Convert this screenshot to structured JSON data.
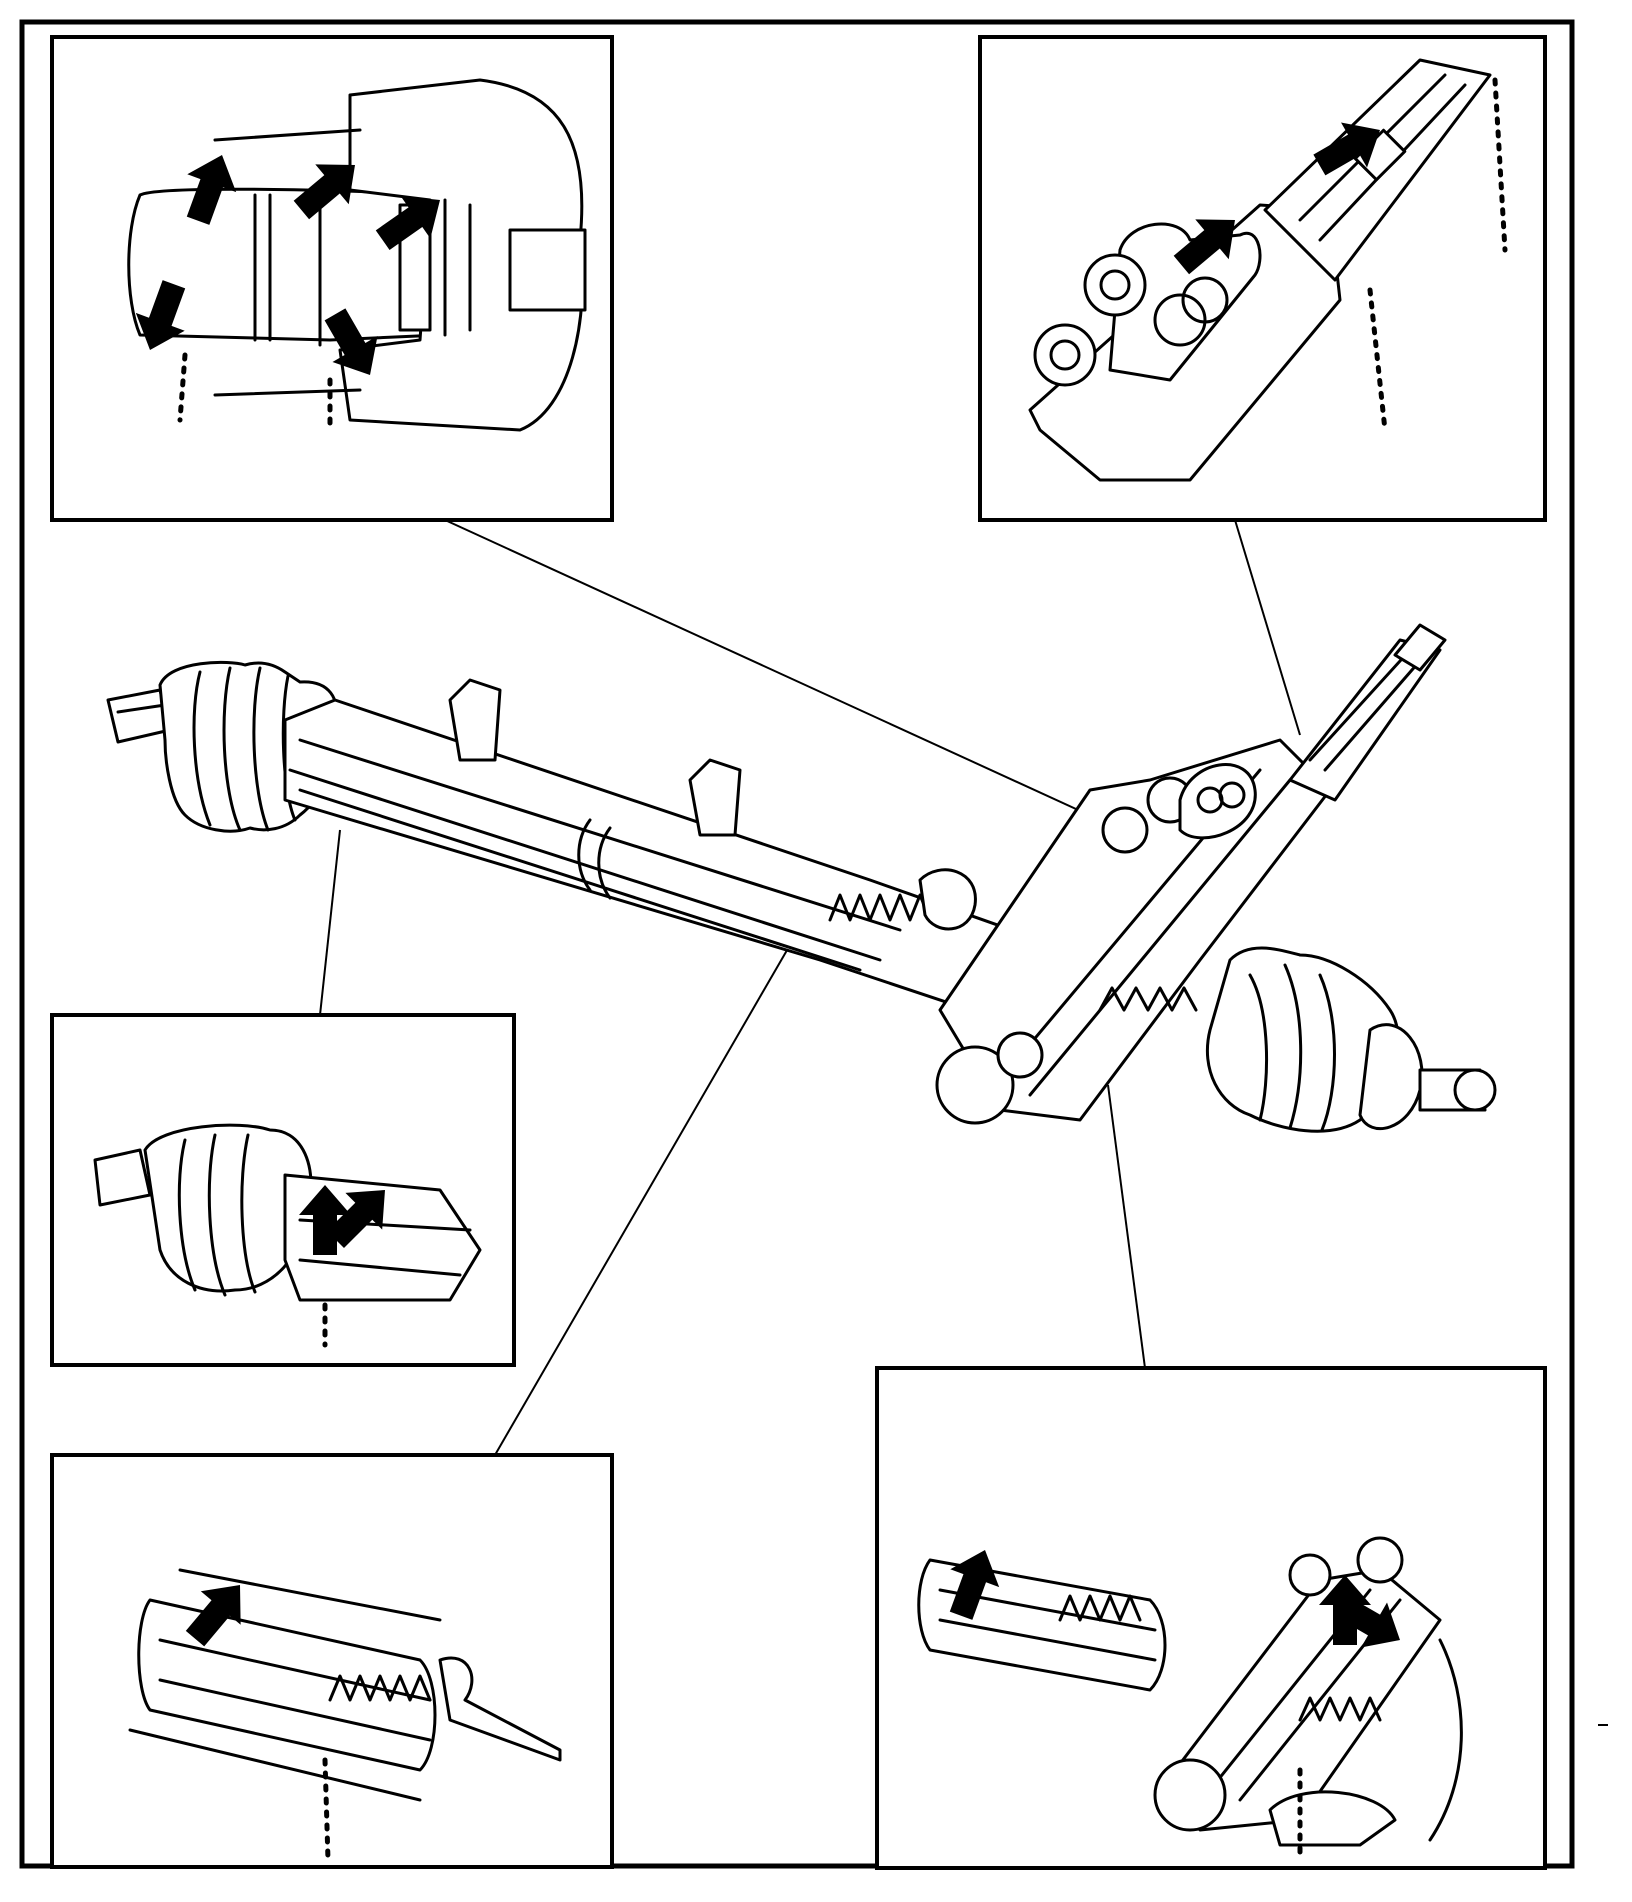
{
  "diagram": {
    "colors": {
      "ink": "#000000",
      "paper": "#ffffff"
    },
    "callouts": [
      {
        "id": "detail-top-left",
        "depicts": "pinion-bearing-seal-detail",
        "arrow_count": 5
      },
      {
        "id": "detail-top-right",
        "depicts": "valve-body-input-shaft-detail",
        "arrow_count": 2
      },
      {
        "id": "detail-mid-left",
        "depicts": "left-boot-rack-seal-detail",
        "arrow_count": 2
      },
      {
        "id": "detail-bottom-left",
        "depicts": "rack-tube-center-seal-detail",
        "arrow_count": 1
      },
      {
        "id": "detail-bottom-right",
        "depicts": "pinion-housing-seal-detail",
        "arrow_count": 3
      }
    ]
  }
}
